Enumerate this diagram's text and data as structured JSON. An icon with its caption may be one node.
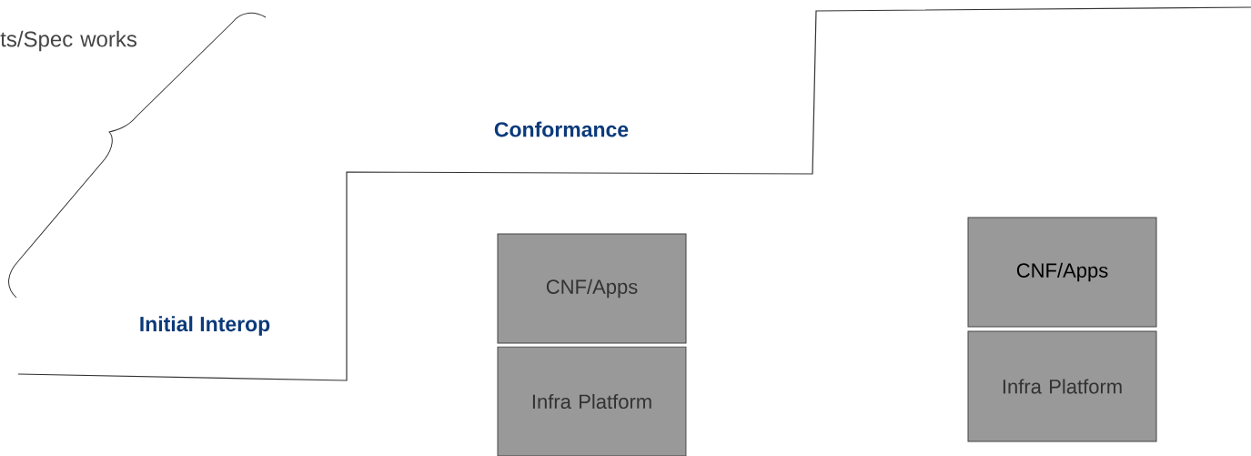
{
  "diagram": {
    "nodes": [
      {
        "text": [
          "CNF/Apps"
        ]
      },
      {
        "text": [
          "Infra Platform"
        ]
      },
      {
        "text": [
          "CNF/Apps"
        ]
      },
      {
        "text": [
          "Infra Platform"
        ]
      }
    ],
    "labels": [
      "ts/Spec works",
      "Conformance",
      "Initial Interop"
    ]
  }
}
